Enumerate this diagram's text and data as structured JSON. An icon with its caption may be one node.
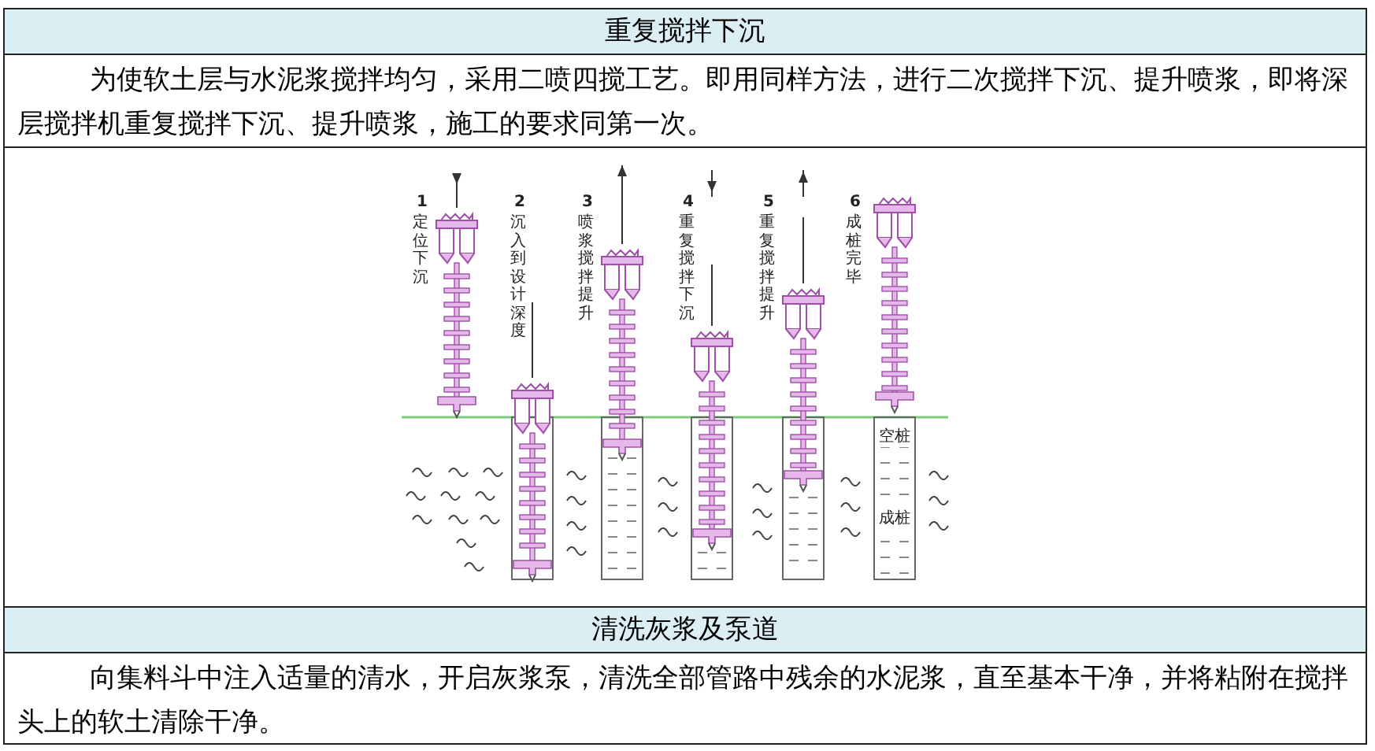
{
  "diagram": {
    "labels": [
      "重复搅拌下沉",
      "为使软土层与水泥浆搅拌均匀，采用二喷四搅工艺。即用同样方法，进行二次搅拌下沉、提升喷浆，即将深层搅拌机重复搅拌下沉、提升喷浆，施工的要求同第一次。",
      "1",
      "定位下沉",
      "2",
      "沉入到设计深度",
      "3",
      "喷浆搅拌提升",
      "4",
      "重复搅拌下沉",
      "5",
      "重复搅拌提升",
      "6",
      "成桩完毕",
      "空桩",
      "成桩",
      "清洗灰浆及泵道",
      "向集料斗中注入适量的清水，开启灰浆泵，清洗全部管路中残余的水泥浆，直至基本干净，并将粘附在搅拌头上的软土清除干净。"
    ]
  }
}
